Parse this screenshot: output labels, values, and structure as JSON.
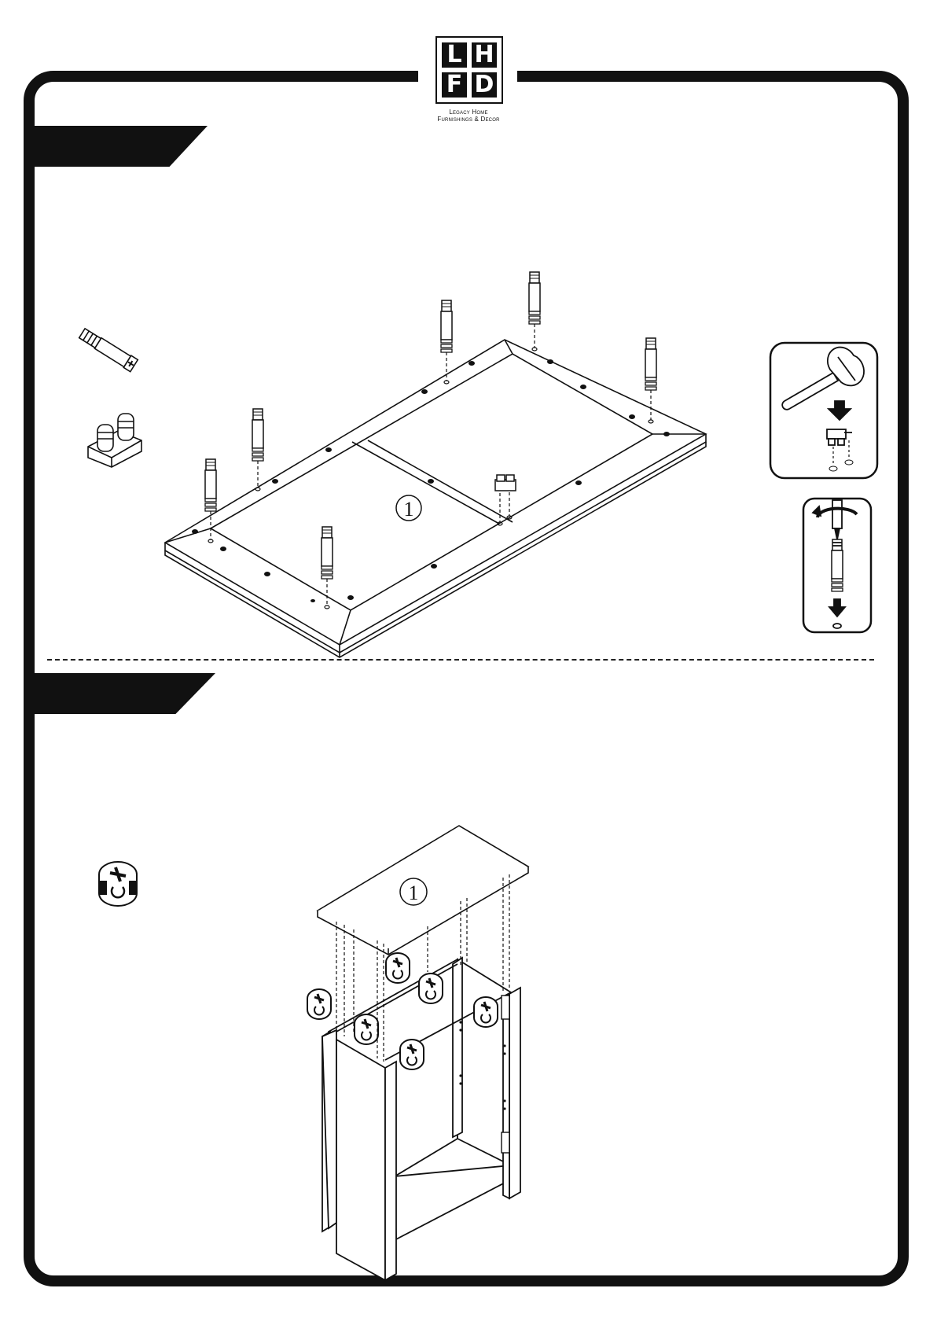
{
  "logo": {
    "letters": [
      "L",
      "H",
      "F",
      "D"
    ],
    "brand_line1": "Legacy Home",
    "brand_line2": "Furnishings & Decor"
  },
  "steps": [
    {
      "part_number": "1"
    },
    {
      "part_number": "1"
    }
  ],
  "icons": {
    "step1_hardware": [
      "cam-bolt-icon",
      "plastic-pin-icon"
    ],
    "step1_insets": [
      "hammer-icon",
      "screwdriver-icon"
    ],
    "step2_hardware": [
      "cam-lock-icon"
    ]
  }
}
